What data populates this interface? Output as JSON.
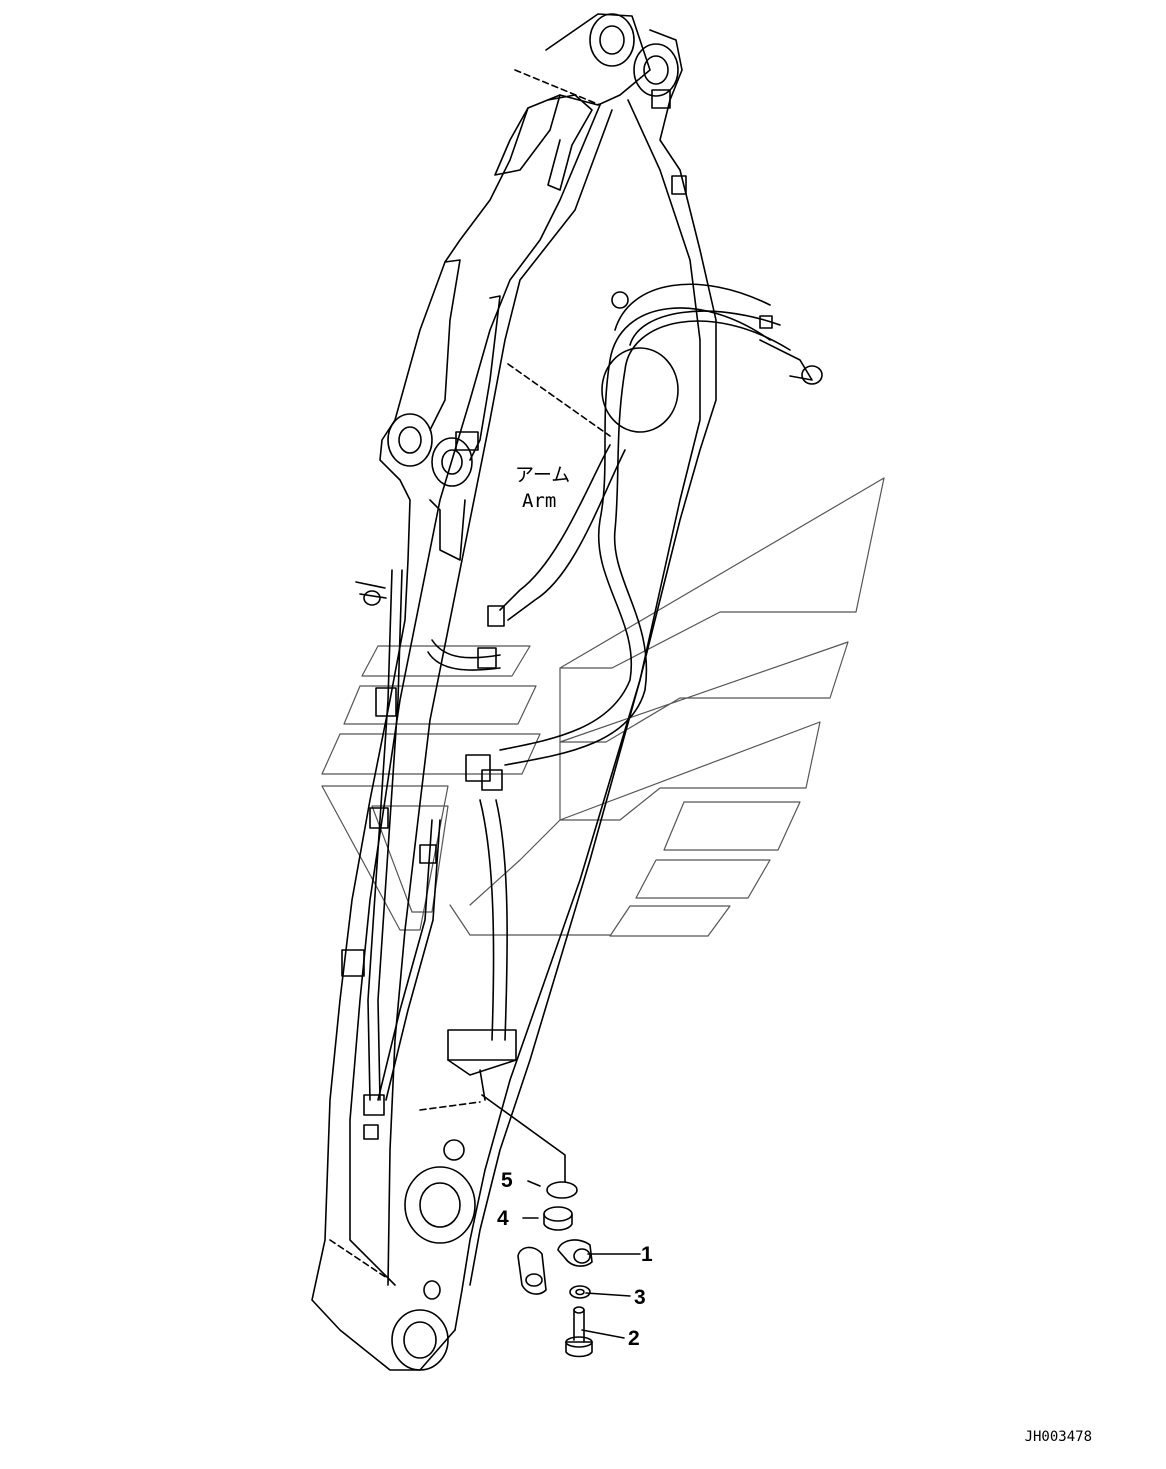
{
  "figure": {
    "label_jp": "アーム",
    "label_en": "Arm",
    "drawing_no": "JH003478"
  },
  "callouts": [
    {
      "number": "1",
      "part": "clamp"
    },
    {
      "number": "2",
      "part": "bolt"
    },
    {
      "number": "3",
      "part": "washer"
    },
    {
      "number": "4",
      "part": "cap"
    },
    {
      "number": "5",
      "part": "plug"
    }
  ],
  "colors": {
    "line": "#000000",
    "watermark": "#555555",
    "background": "#ffffff"
  }
}
